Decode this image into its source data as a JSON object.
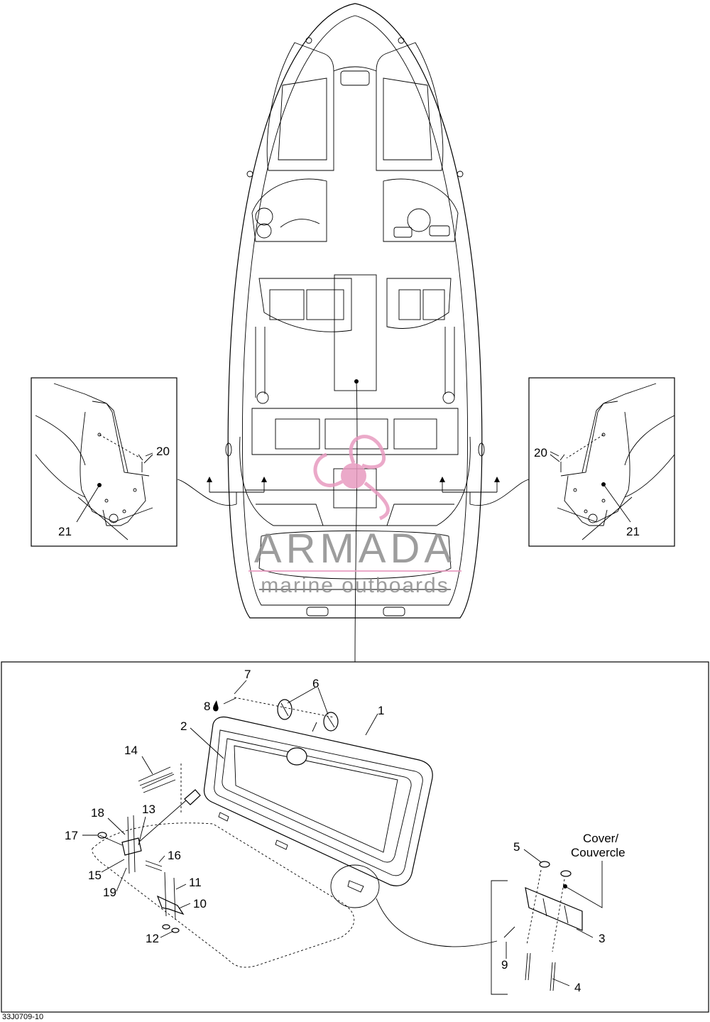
{
  "figure_id": "33J0709-10",
  "watermark": {
    "brand": "ARMADA",
    "tagline": "marine outboards",
    "color": "#e89bc0"
  },
  "inset_left": {
    "labels": [
      "20",
      "21"
    ]
  },
  "inset_right": {
    "labels": [
      "20",
      "21"
    ]
  },
  "cover_label": {
    "line1": "Cover/",
    "line2": "Couvercle"
  },
  "callouts": {
    "c1": "1",
    "c2": "2",
    "c3": "3",
    "c4": "4",
    "c5": "5",
    "c6": "6",
    "c7": "7",
    "c8": "8",
    "c9": "9",
    "c10": "10",
    "c11": "11",
    "c12": "12",
    "c13": "13",
    "c14": "14",
    "c15": "15",
    "c16": "16",
    "c17": "17",
    "c18": "18",
    "c19": "19"
  }
}
